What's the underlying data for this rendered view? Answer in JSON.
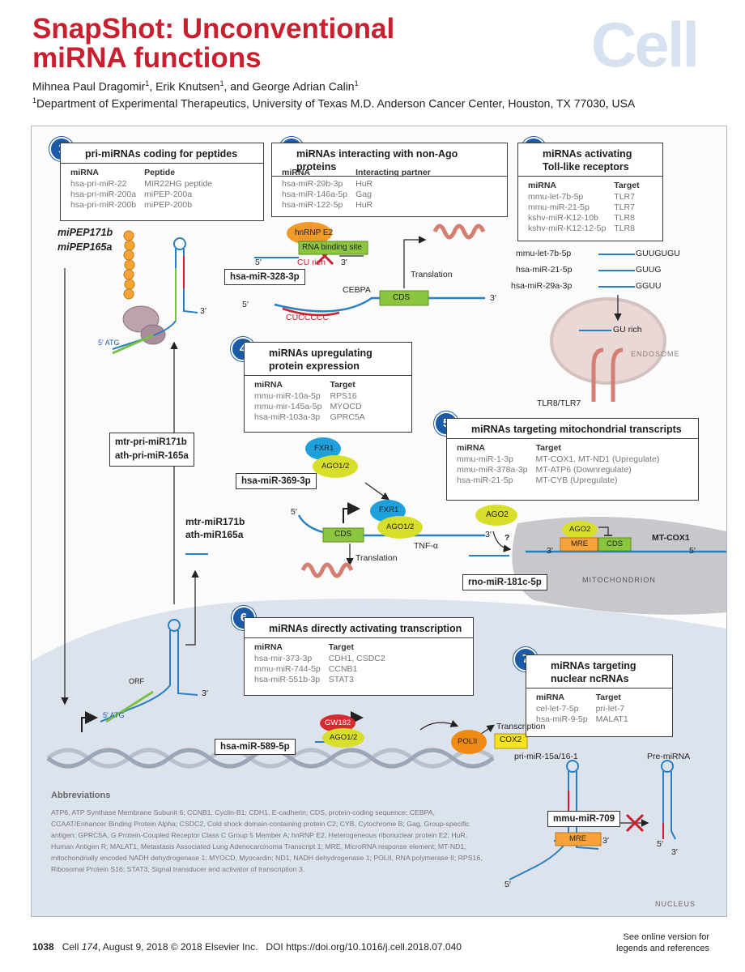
{
  "header": {
    "title_line1": "SnapShot: Unconventional",
    "title_line2": "miRNA functions",
    "journal_logo": "Cell",
    "authors": [
      {
        "name": "Mihnea Paul Dragomir",
        "sup": "1",
        "sep": ", "
      },
      {
        "name": "Erik Knutsen",
        "sup": "1",
        "sep": ", and "
      },
      {
        "name": "George Adrian Calin",
        "sup": "1",
        "sep": ""
      }
    ],
    "affiliation_sup": "1",
    "affiliation": "Department of Experimental Therapeutics, University of Texas M.D. Anderson Cancer Center, Houston, TX 77030, USA"
  },
  "sections": [
    {
      "num": "1",
      "title": "pri-miRNAs coding for peptides",
      "col1": "miRNA",
      "col2": "Peptide",
      "rows": [
        [
          "hsa-pri-miR-22",
          "MIR22HG peptide"
        ],
        [
          "hsa-pri-miR-200a",
          "miPEP-200a"
        ],
        [
          "hsa-pri-miR-200b",
          "miPEP-200b"
        ]
      ]
    },
    {
      "num": "2",
      "title": "miRNAs interacting with non-Ago proteins",
      "col1": "miRNA",
      "col2": "Interacting partner",
      "rows": [
        [
          "hsa-miR-29b-3p",
          "HuR"
        ],
        [
          "hsa-miR-146a-5p",
          "Gag"
        ],
        [
          "hsa-miR-122-5p",
          "HuR"
        ]
      ]
    },
    {
      "num": "3",
      "title_line1": "miRNAs activating",
      "title_line2": "Toll-like receptors",
      "col1": "miRNA",
      "col2": "Target",
      "rows": [
        [
          "mmu-let-7b-5p",
          "TLR7"
        ],
        [
          "mmu-miR-21-5p",
          "TLR7"
        ],
        [
          "kshv-miR-K12-10b",
          "TLR8"
        ],
        [
          "kshv-miR-K12-12-5p",
          "TLR8"
        ]
      ]
    },
    {
      "num": "4",
      "title_line1": "miRNAs upregulating",
      "title_line2": "protein expression",
      "col1": "miRNA",
      "col2": "Target",
      "rows": [
        [
          "mmu-miR-10a-5p",
          "RPS16"
        ],
        [
          "mmu-mir-145a-5p",
          "MYOCD"
        ],
        [
          "hsa-miR-103a-3p",
          "GPRC5A"
        ]
      ]
    },
    {
      "num": "5",
      "title": "miRNAs targeting mitochondrial transcripts",
      "col1": "miRNA",
      "col2": "Target",
      "rows": [
        [
          "mmu-miR-1-3p",
          "MT-COX1, MT-ND1 (Upregulate)"
        ],
        [
          "mmu-miR-378a-3p",
          "MT-ATP6 (Downregulate)"
        ],
        [
          "hsa-miR-21-5p",
          "MT-CYB (Upregulate)"
        ]
      ]
    },
    {
      "num": "6",
      "title": "miRNAs directly activating transcription",
      "col1": "miRNA",
      "col2": "Target",
      "rows": [
        [
          "hsa-mir-373-3p",
          "CDH1, CSDC2"
        ],
        [
          "mmu-miR-744-5p",
          "CCNB1"
        ],
        [
          "hsa-miR-551b-3p",
          "STAT3"
        ]
      ]
    },
    {
      "num": "7",
      "title_line1": "miRNAs targeting",
      "title_line2": "nuclear ncRNAs",
      "col1": "miRNA",
      "col2": "Target",
      "rows": [
        [
          "cel-let-7-5p",
          "pri-let-7"
        ],
        [
          "hsa-miR-9-5p",
          "MALAT1"
        ]
      ]
    }
  ],
  "diagram": {
    "mipep": [
      "miPEP171b",
      "miPEP165a"
    ],
    "pri_mir_plant": [
      "mtr-pri-miR171b",
      "ath-pri-miR-165a"
    ],
    "mature_mir_plant": [
      "mtr-miR171b",
      "ath-miR165a"
    ],
    "atg": "ATG",
    "orf": "ORF",
    "five_prime": "5′",
    "three_prime": "3′",
    "hnrnp": "hnRNP E2",
    "rna_binding_site": "RNA binding site",
    "cu_rich": "CU rich",
    "mir_328": "hsa-miR-328-3p",
    "cebpa": "CEBPA",
    "cuccccc": "CUCCCCC",
    "cds": "CDS",
    "translation": "Translation",
    "tlr_mirs": [
      {
        "name": "mmu-let-7b-5p",
        "seq": "GUUGUGU"
      },
      {
        "name": "hsa-miR-21-5p",
        "seq": "GUUG"
      },
      {
        "name": "hsa-miR-29a-3p",
        "seq": "GGUU"
      }
    ],
    "gu_rich": "GU rich",
    "endosome": "ENDOSOME",
    "tlr87": "TLR8/TLR7",
    "fxr1": "FXR1",
    "ago12": "AGO1/2",
    "mir_369": "hsa-miR-369-3p",
    "tnfa": "TNF-α",
    "ago2": "AGO2",
    "question": "?",
    "mre": "MRE",
    "mtcox1": "MT-COX1",
    "mir_181c": "rno-miR-181c-5p",
    "mitochondrion": "MITOCHONDRION",
    "gw182": "GW182",
    "polii": "POLII",
    "cox2": "COX2",
    "transcription": "Transcription",
    "mir_589": "hsa-miR-589-5p",
    "pri_mir_15a": "pri-miR-15a/16-1",
    "pre_mirna": "Pre-miRNA",
    "mir_709": "mmu-miR-709",
    "nucleus": "NUCLEUS"
  },
  "abbreviations": {
    "heading": "Abbreviations",
    "text": "ATP6, ATP Synthase Membrane Subunit 6; CCNB1, Cyclin-B1; CDH1, E-cadherin; CDS, protein-coding sequence; CEBPA, CCAAT/Enhancer Binding Protein Alpha; CSDC2, Cold shock domain-containing protein C2; CYB, Cytochrome B; Gag, Group-specific antigen; GPRC5A, G Protein-Coupled Receptor Class C Group 5 Member A; hnRNP E2, Heterogeneous ribonuclear protein E2; HuR, Human Antigen R; MALAT1, Metastasis Associated Lung Adenocarcinoma Transcript 1; MRE, MicroRNA response element; MT-ND1, mitochondrially encoded NADH dehydrogenase 1; MYOCD, Myocardin; ND1, NADH dehydrogenase 1; POLII, RNA polymerase II; RPS16, Ribosomal Protein S16; STAT3, Signal transducer and activator of transcription 3."
  },
  "footer": {
    "page": "1038",
    "citation_journal": "Cell",
    "citation_volume": "174",
    "citation_rest": ", August 9, 2018 © 2018 Elsevier Inc.",
    "doi": "DOI https://doi.org/10.1016/j.cell.2018.07.040",
    "online_note": "See online version for legends and references"
  },
  "colors": {
    "title_red": "#c8202f",
    "section_blue": "#1b5aa6",
    "rna_blue": "#2a7fc1",
    "ago_yellow": "#d8df2a",
    "fxr1_blue": "#1ea0dc",
    "hnrnp_orange": "#f09a2a",
    "cds_green": "#8cc63f",
    "gw182_red": "#d42a30",
    "polii_orange": "#f08a12",
    "cox2_yellow": "#f8e31e"
  }
}
